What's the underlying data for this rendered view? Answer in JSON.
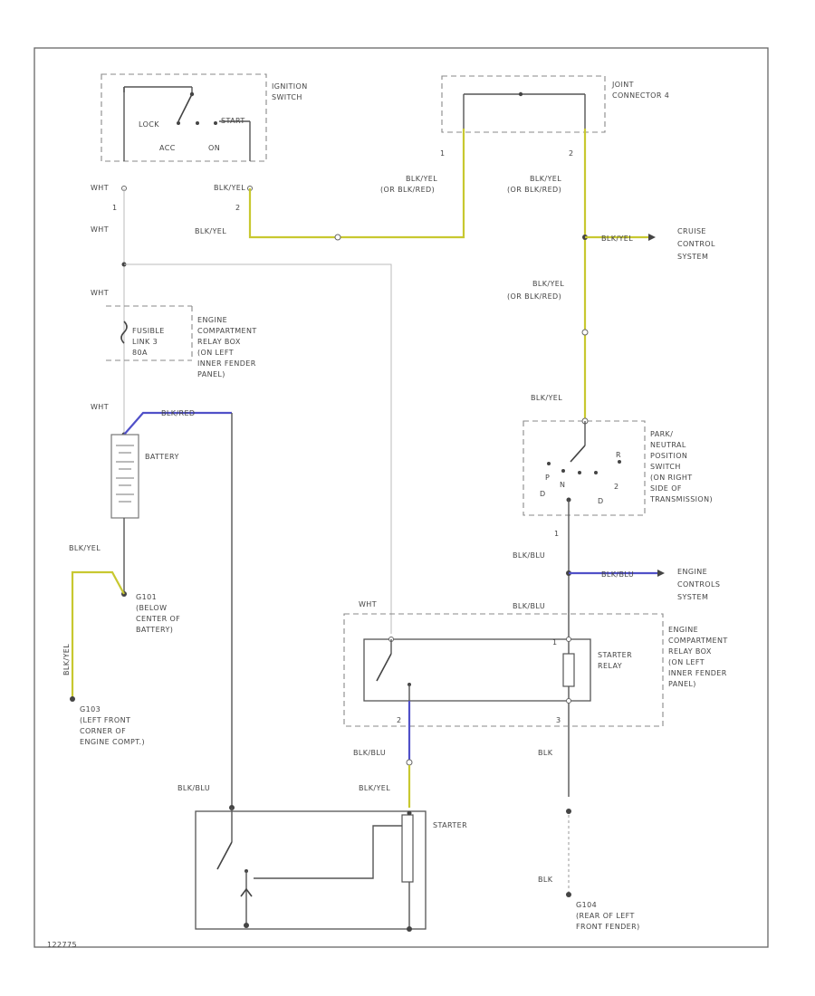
{
  "components": {
    "ignition_switch": {
      "label": [
        "IGNITION",
        "SWITCH"
      ],
      "lock": "LOCK",
      "start": "START",
      "acc": "ACC",
      "on": "ON"
    },
    "joint_connector": {
      "label": [
        "JOINT",
        "CONNECTOR 4"
      ],
      "pin1": "1",
      "pin2": "2"
    },
    "fusible_link": {
      "label": [
        "FUSIBLE",
        "LINK 3",
        "80A"
      ]
    },
    "relay_box_top": {
      "label": [
        "ENGINE",
        "COMPARTMENT",
        "RELAY BOX",
        "(ON LEFT",
        "INNER FENDER",
        "PANEL)"
      ]
    },
    "battery": {
      "label": "BATTERY"
    },
    "g101": {
      "label": [
        "G101",
        "(BELOW",
        "CENTER OF",
        "BATTERY)"
      ]
    },
    "g103": {
      "label": [
        "G103",
        "(LEFT FRONT",
        "CORNER OF",
        "ENGINE COMPT.)"
      ]
    },
    "pn_switch": {
      "label": [
        "PARK/",
        "NEUTRAL",
        "POSITION",
        "SWITCH",
        "(ON RIGHT",
        "SIDE OF",
        "TRANSMISSION)"
      ],
      "p": "P",
      "n": "N",
      "r": "R",
      "d": "D",
      "d3": "D",
      "two": "2"
    },
    "starter_relay": {
      "label": [
        "STARTER",
        "RELAY"
      ],
      "pin": "1"
    },
    "relay_box_bottom": {
      "label": [
        "ENGINE",
        "COMPARTMENT",
        "RELAY BOX",
        "(ON LEFT",
        "INNER FENDER",
        "PANEL)"
      ]
    },
    "starter": {
      "label": "STARTER"
    },
    "g104": {
      "label": [
        "G104",
        "(REAR OF LEFT",
        "FRONT FENDER)"
      ]
    },
    "cruise": {
      "label": [
        "CRUISE",
        "CONTROL",
        "SYSTEM"
      ]
    },
    "engine_controls": {
      "label": [
        "ENGINE",
        "CONTROLS",
        "SYSTEM"
      ]
    }
  },
  "wires": {
    "ig_wht_pin": "WHT",
    "ig_pin1": "1",
    "ig_blkyel_pin": "BLK/YEL",
    "ig_pin2": "2",
    "wht1": "WHT",
    "blkyel_ig": "BLK/YEL",
    "wht2": "WHT",
    "wht3": "WHT",
    "blkred_bat": "BLK/RED",
    "blkyel_jc1": [
      "BLK/YEL",
      "(OR BLK/RED)"
    ],
    "blkyel_jc2": [
      "BLK/YEL",
      "(OR BLK/RED)"
    ],
    "blkyel_cruise": "BLK/YEL",
    "blkyel_mid": [
      "BLK/YEL",
      "(OR BLK/RED)"
    ],
    "blkyel_pn": "BLK/YEL",
    "pn_pin1": "1",
    "blkblu_1": "BLK/BLU",
    "blkblu_ec": "BLK/BLU",
    "blkblu_2": "BLK/BLU",
    "wht_relay": "WHT",
    "blkyel_bat": "BLK/YEL",
    "blkyel_g103": "BLK/YEL",
    "relay_pin2": "2",
    "relay_pin3": "3",
    "blkblu_starter_in": "BLK/BLU",
    "blkyel_starter": "BLK/YEL",
    "blkblu_left": "BLK/BLU",
    "blk1": "BLK",
    "blk2": "BLK"
  },
  "footer": {
    "code": "122775"
  }
}
